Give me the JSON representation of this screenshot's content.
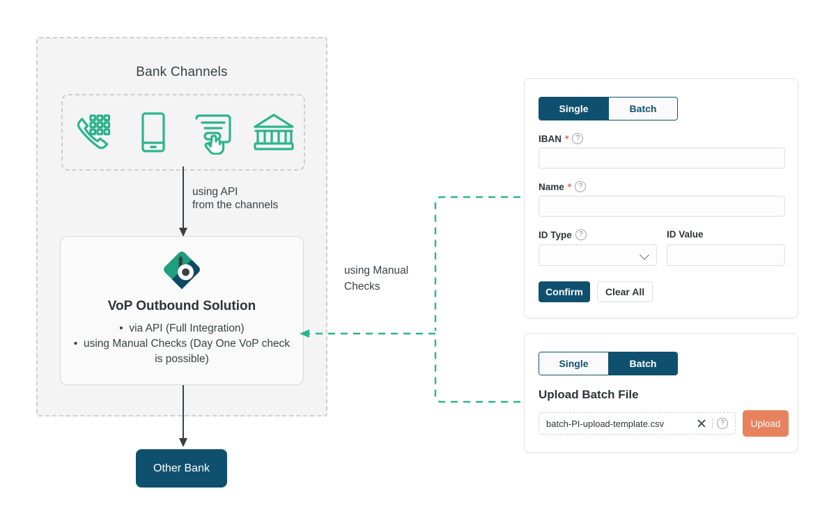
{
  "diagram": {
    "bank_group": {
      "title": "Bank Channels",
      "channels": [
        {
          "name": "phone-keypad-icon",
          "label": "Phone"
        },
        {
          "name": "mobile-phone-icon",
          "label": "Mobile"
        },
        {
          "name": "online-form-click-icon",
          "label": "Online"
        },
        {
          "name": "bank-branch-icon",
          "label": "Branch"
        }
      ]
    },
    "api_arrow_label": "using API\nfrom the channels",
    "manual_arrow_label": "using Manual\nChecks",
    "vop_card": {
      "logo_name": "vop-brand-logo",
      "title": "VoP Outbound Solution",
      "bullets": [
        "via API (Full Integration)",
        "using Manual Checks (Day One VoP check is possible)"
      ]
    },
    "other_bank_label": "Other Bank"
  },
  "panel_single": {
    "tabs": [
      {
        "label": "Single",
        "active": true
      },
      {
        "label": "Batch",
        "active": false
      }
    ],
    "fields": {
      "iban": {
        "label": "IBAN",
        "required": "*",
        "value": "",
        "placeholder": ""
      },
      "name": {
        "label": "Name",
        "required": "*",
        "value": "",
        "placeholder": ""
      },
      "id_type": {
        "label": "ID Type",
        "value": "",
        "placeholder": ""
      },
      "id_value": {
        "label": "ID Value",
        "value": "",
        "placeholder": ""
      }
    },
    "buttons": {
      "confirm": "Confirm",
      "clear_all": "Clear All"
    }
  },
  "panel_batch": {
    "tabs": [
      {
        "label": "Single",
        "active": false
      },
      {
        "label": "Batch",
        "active": true
      }
    ],
    "heading": "Upload Batch File",
    "file_name": "batch-PI-upload-template.csv",
    "upload_label": "Upload"
  },
  "colors": {
    "brand_navy": "#10506f",
    "brand_teal": "#2cb48c",
    "accent_orange": "#e8825c",
    "required_star": "#e8703a",
    "panel_bg": "#f4f4f4"
  }
}
